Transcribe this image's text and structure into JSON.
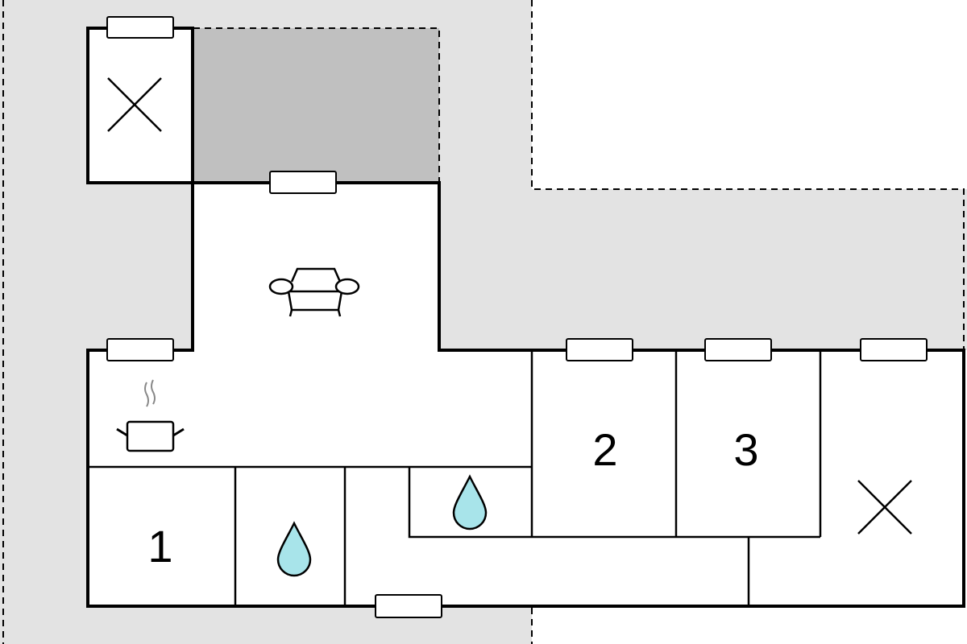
{
  "floorplan": {
    "rooms": [
      {
        "id": "bedroom-1",
        "label": "1"
      },
      {
        "id": "bedroom-2",
        "label": "2"
      },
      {
        "id": "bedroom-3",
        "label": "3"
      }
    ],
    "icons": [
      "sofa-icon",
      "cooking-pot-icon",
      "water-drop-icon",
      "cross-icon"
    ],
    "colors": {
      "terrace": "#e3e3e3",
      "covered": "#c0c0c0",
      "water": "#a8e4ea",
      "wall": "#000000"
    }
  }
}
